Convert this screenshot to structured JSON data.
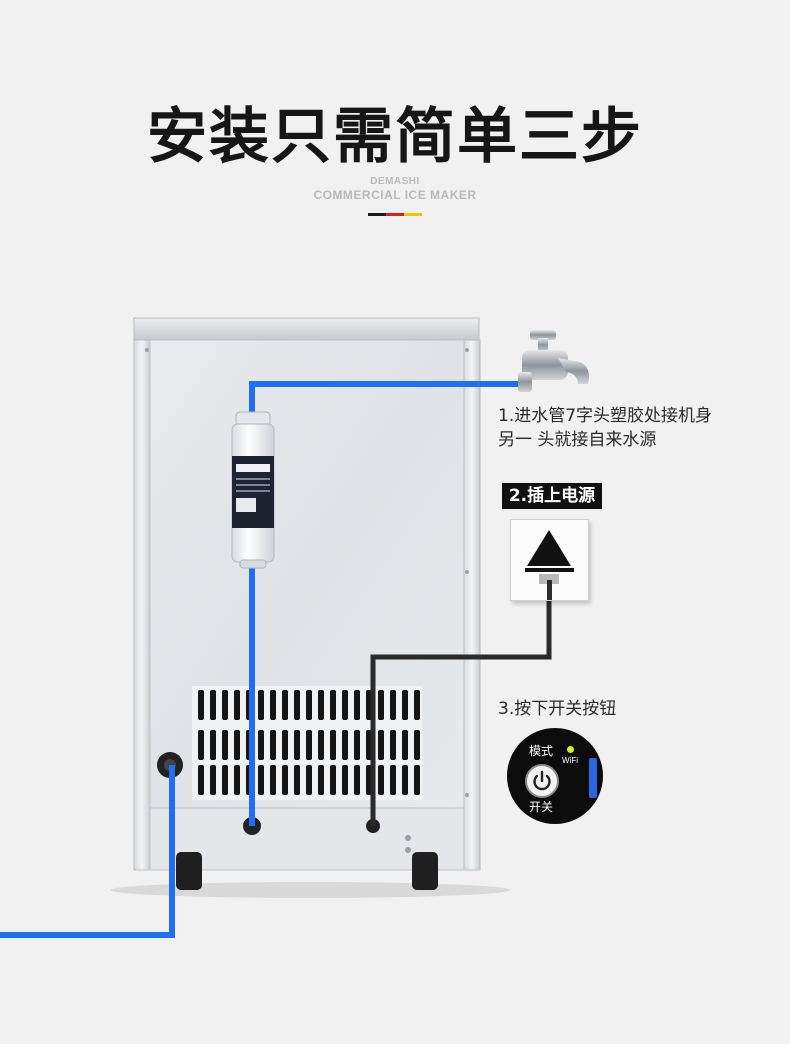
{
  "header": {
    "title": "安装只需简单三步",
    "brand_line1": "DEMASHI",
    "brand_line2": "COMMERCIAL ICE MAKER"
  },
  "flag_colors": [
    "#1a1a1a",
    "#d8201b",
    "#f2c500"
  ],
  "steps": {
    "step1_line1": "1.进水管7字头塑胶处接机身",
    "step1_line2": "另一 头就接自来水源",
    "step2_label": "2.插上电源",
    "step3_label": "3.按下开关按钮"
  },
  "control_panel": {
    "mode_label": "模式",
    "wifi_label": "WiFi",
    "power_label": "开关",
    "power_icon": "power-icon",
    "wifi_led_color": "#d6f21a"
  },
  "colors": {
    "water_pipe": "#1e6ff2",
    "power_cord": "#2b2b2b"
  }
}
